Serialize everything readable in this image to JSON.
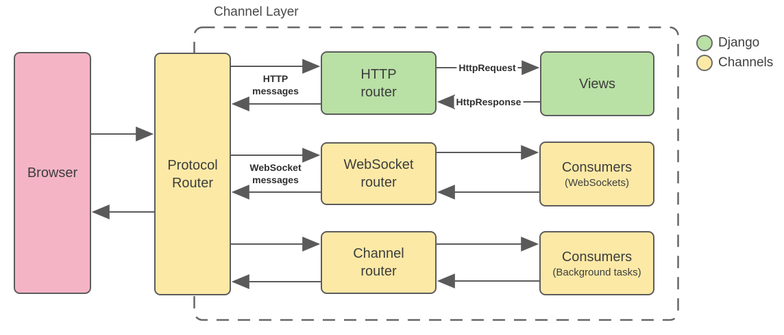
{
  "title": "Channel Layer",
  "nodes": {
    "browser": {
      "label": "Browser"
    },
    "protocol_router": {
      "line1": "Protocol",
      "line2": "Router"
    },
    "http_router": {
      "line1": "HTTP",
      "line2": "router"
    },
    "views": {
      "label": "Views"
    },
    "websocket_router": {
      "line1": "WebSocket",
      "line2": "router"
    },
    "consumers_websockets": {
      "title": "Consumers",
      "subtitle": "(WebSockets)"
    },
    "channel_router": {
      "line1": "Channel",
      "line2": "router"
    },
    "consumers_background": {
      "title": "Consumers",
      "subtitle": "(Background tasks)"
    }
  },
  "edge_labels": {
    "http_messages": {
      "line1": "HTTP",
      "line2": "messages"
    },
    "websocket_messages": {
      "line1": "WebSocket",
      "line2": "messages"
    },
    "http_request": "HttpRequest",
    "http_response": "HttpResponse"
  },
  "legend": {
    "items": [
      {
        "label": "Django",
        "color": "#b9e0a5"
      },
      {
        "label": "Channels",
        "color": "#fce9a6"
      }
    ]
  },
  "colors": {
    "django_green": "#b9e0a5",
    "channels_yellow": "#fce9a6",
    "browser_pink": "#f4b4c6",
    "node_border": "#5c5c5c",
    "arrow_gray": "#5a5a5a",
    "dashed_boundary": "#666666",
    "text": "#3d3d3d"
  }
}
